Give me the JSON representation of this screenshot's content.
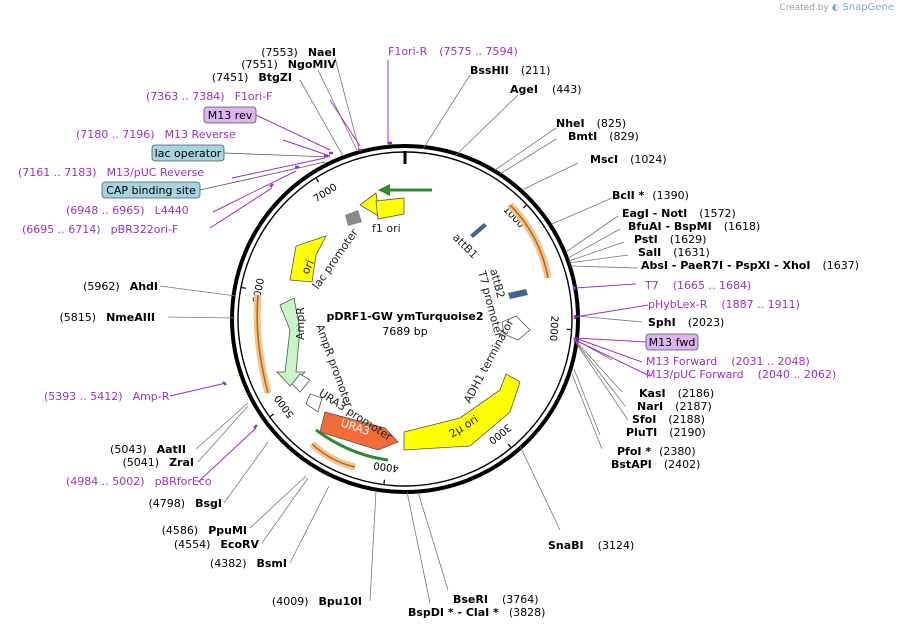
{
  "credit": {
    "prefix": "Created by",
    "brand": "SnapGene"
  },
  "plasmid": {
    "name": "pDRF1-GW ymTurquoise2",
    "size": "7689 bp"
  },
  "ticks": [
    {
      "label": "1000",
      "pos": 1000
    },
    {
      "label": "2000",
      "pos": 2000
    },
    {
      "label": "3000",
      "pos": 3000
    },
    {
      "label": "4000",
      "pos": 4000
    },
    {
      "label": "5000",
      "pos": 5000
    },
    {
      "label": "6000",
      "pos": 6000
    },
    {
      "label": "7000",
      "pos": 7000
    }
  ],
  "features": [
    {
      "name": "f1 ori",
      "kind": "yellow"
    },
    {
      "name": "ori",
      "kind": "yellow"
    },
    {
      "name": "lac promoter",
      "kind": "white"
    },
    {
      "name": "AmpR",
      "kind": "green"
    },
    {
      "name": "AmpR promoter",
      "kind": "white"
    },
    {
      "name": "URA3 promoter",
      "kind": "white"
    },
    {
      "name": "URA3",
      "kind": "orange"
    },
    {
      "name": "2μ ori",
      "kind": "yellow"
    },
    {
      "name": "ADH1 terminator",
      "kind": "white"
    },
    {
      "name": "T7 promoter",
      "kind": "white"
    },
    {
      "name": "attB2",
      "kind": "white"
    },
    {
      "name": "attB1",
      "kind": "white"
    }
  ],
  "sites_right": [
    {
      "pos": "(211)",
      "name": "BssHII"
    },
    {
      "pos": "(443)",
      "name": "AgeI"
    },
    {
      "pos": "(825)",
      "name": "NheI"
    },
    {
      "pos": "(829)",
      "name": "BmtI"
    },
    {
      "pos": "(1024)",
      "name": "MscI"
    },
    {
      "pos": "(1390)",
      "name": "BclI *"
    },
    {
      "pos": "(1572)",
      "name": "EagI",
      "name2": "NotI"
    },
    {
      "pos": "(1618)",
      "name": "BfuAI",
      "name2": "BspMI"
    },
    {
      "pos": "(1629)",
      "name": "PstI"
    },
    {
      "pos": "(1631)",
      "name": "SalI"
    },
    {
      "pos": "(1637)",
      "name": "AbsI",
      "name2": "PaeR7I",
      "name3": "PspXI",
      "name4": "XhoI"
    },
    {
      "pos": "(2023)",
      "name": "SphI"
    },
    {
      "pos": "(2186)",
      "name": "KasI"
    },
    {
      "pos": "(2187)",
      "name": "NarI"
    },
    {
      "pos": "(2188)",
      "name": "SfoI"
    },
    {
      "pos": "(2190)",
      "name": "PluTI"
    },
    {
      "pos": "(2380)",
      "name": "PfoI *"
    },
    {
      "pos": "(2402)",
      "name": "BstAPI"
    },
    {
      "pos": "(3124)",
      "name": "SnaBI"
    },
    {
      "pos": "(3764)",
      "name": "BseRI"
    },
    {
      "pos": "(3828)",
      "name": "BspDI *",
      "name2": "ClaI *"
    }
  ],
  "sites_left": [
    {
      "pos": "(7553)",
      "name": "NaeI"
    },
    {
      "pos": "(7551)",
      "name": "NgoMIV"
    },
    {
      "pos": "(7451)",
      "name": "BtgZI"
    },
    {
      "pos": "(5962)",
      "name": "AhdI"
    },
    {
      "pos": "(5815)",
      "name": "NmeAIII"
    },
    {
      "pos": "(5043)",
      "name": "AatII"
    },
    {
      "pos": "(5041)",
      "name": "ZraI"
    },
    {
      "pos": "(4798)",
      "name": "BsgI"
    },
    {
      "pos": "(4586)",
      "name": "PpuMI"
    },
    {
      "pos": "(4554)",
      "name": "EcoRV"
    },
    {
      "pos": "(4382)",
      "name": "BsmI"
    },
    {
      "pos": "(4009)",
      "name": "Bpu10I"
    }
  ],
  "primers_right": [
    {
      "name": "T7",
      "range": "(1665 .. 1684)"
    },
    {
      "name": "pHybLex-R",
      "range": "(1887 .. 1911)"
    },
    {
      "name": "M13 Forward",
      "range": "(2031 .. 2048)"
    },
    {
      "name": "M13/pUC Forward",
      "range": "(2040 .. 2062)"
    }
  ],
  "primers_left": [
    {
      "name": "F1ori-R",
      "range": "(7575 .. 7594)"
    },
    {
      "name": "F1ori-F",
      "range": "(7363 .. 7384)"
    },
    {
      "name": "M13 Reverse",
      "range": "(7180 .. 7196)"
    },
    {
      "name": "M13/pUC Reverse",
      "range": "(7161 .. 7183)"
    },
    {
      "name": "L4440",
      "range": "(6948 .. 6965)"
    },
    {
      "name": "pBR322ori-F",
      "range": "(6695 .. 6714)"
    },
    {
      "name": "Amp-R",
      "range": "(5393 .. 5412)"
    },
    {
      "name": "pBRforEco",
      "range": "(4984 .. 5002)"
    }
  ],
  "boxes": [
    {
      "label": "M13 rev",
      "kind": "primer"
    },
    {
      "label": "lac operator",
      "kind": "operator"
    },
    {
      "label": "CAP binding site",
      "kind": "operator"
    },
    {
      "label": "M13 fwd",
      "kind": "primer"
    }
  ],
  "colors": {
    "primer": "#9b2fc9",
    "yellow": "#ffff00",
    "orange": "#f26b3a",
    "green": "#c8f5c8",
    "box_primer": "#dcb4f0",
    "box_operator": "#a5d3e0"
  }
}
